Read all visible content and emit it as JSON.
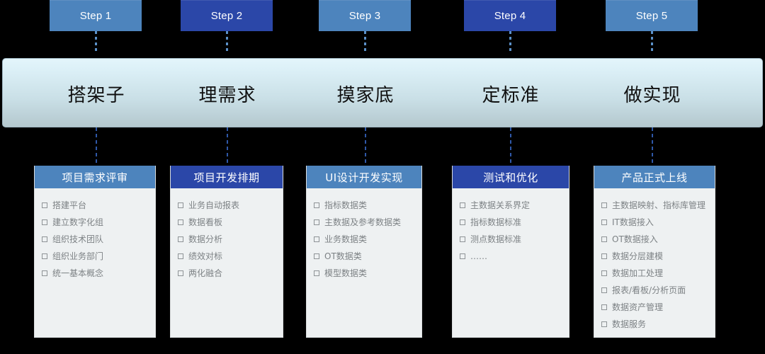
{
  "colors": {
    "accent_light": "#4d84bd",
    "accent_dark": "#2b47a8",
    "banner_top": "#e3f5fb",
    "banner_bottom": "#b4c8ce",
    "card_body": "#eef1f2",
    "list_text": "#7d8285"
  },
  "steps": [
    {
      "label": "Step 1",
      "tone": "light"
    },
    {
      "label": "Step 2",
      "tone": "dark"
    },
    {
      "label": "Step 3",
      "tone": "light"
    },
    {
      "label": "Step 4",
      "tone": "dark"
    },
    {
      "label": "Step 5",
      "tone": "light"
    }
  ],
  "banner": {
    "phases": [
      "搭架子",
      "理需求",
      "摸家底",
      "定标准",
      "做实现"
    ]
  },
  "cards": [
    {
      "title": "项目需求评审",
      "tone": "light",
      "items": [
        "搭建平台",
        "建立数字化组",
        "组织技术团队",
        "组织业务部门",
        "统一基本概念"
      ]
    },
    {
      "title": "项目开发排期",
      "tone": "dark",
      "items": [
        "业务自动报表",
        "数据看板",
        "数据分析",
        "绩效对标",
        "两化融合"
      ]
    },
    {
      "title": "UI设计开发实现",
      "tone": "light",
      "items": [
        "指标数据类",
        "主数据及参考数据类",
        "业务数据类",
        "OT数据类",
        "模型数据类"
      ]
    },
    {
      "title": "测试和优化",
      "tone": "dark",
      "items": [
        "主数据关系界定",
        "指标数据标准",
        "测点数据标准",
        "……"
      ]
    },
    {
      "title": "产品正式上线",
      "tone": "light",
      "items": [
        "主数据映射、指标库管理",
        "IT数据接入",
        "OT数据接入",
        "数据分层建模",
        "数据加工处理",
        "报表/看板/分析页面",
        "数据资产管理",
        "数据服务"
      ]
    }
  ],
  "layout": {
    "step_x": [
      70,
      255,
      450,
      655,
      855
    ],
    "step_w": [
      130,
      130,
      130,
      130,
      130
    ],
    "conn_x": [
      134,
      319,
      514,
      719,
      919
    ],
    "phase_x": [
      45,
      230,
      425,
      630,
      830
    ],
    "phase_w": [
      180,
      180,
      180,
      180,
      180
    ],
    "card_x": [
      48,
      240,
      432,
      638,
      838
    ],
    "card_w": [
      172,
      160,
      164,
      166,
      172
    ],
    "card_h": [
      243,
      243,
      243,
      243,
      243
    ]
  }
}
